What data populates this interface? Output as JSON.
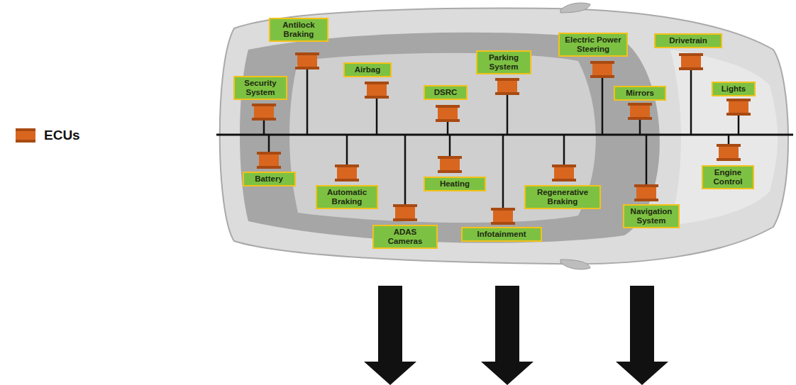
{
  "diagram": {
    "nodes": [
      {
        "text": [
          "Antilock Braking"
        ]
      },
      {
        "text": [
          "Security System"
        ]
      },
      {
        "text": [
          "Airbag"
        ]
      },
      {
        "text": [
          "DSRC"
        ]
      },
      {
        "text": [
          "Parking System"
        ]
      },
      {
        "text": [
          "Electric Power Steering"
        ]
      },
      {
        "text": [
          "Mirrors"
        ]
      },
      {
        "text": [
          "Drivetrain"
        ]
      },
      {
        "text": [
          "Lights"
        ]
      },
      {
        "text": [
          "Battery"
        ]
      },
      {
        "text": [
          "Automatic Braking"
        ]
      },
      {
        "text": [
          "ADAS Cameras"
        ]
      },
      {
        "text": [
          "Heating"
        ]
      },
      {
        "text": [
          "Infotainment"
        ]
      },
      {
        "text": [
          "Regenerative Braking"
        ]
      },
      {
        "text": [
          "Navigation System"
        ]
      },
      {
        "text": [
          "Engine Control"
        ]
      }
    ],
    "edges": [],
    "legend": [
      {
        "text": "ECUs",
        "color": "#d9661f"
      }
    ]
  }
}
